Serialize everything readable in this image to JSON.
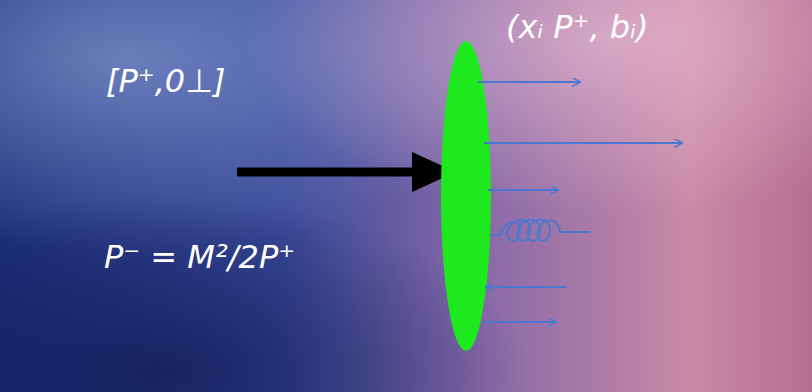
{
  "diagram": {
    "labels": [
      "(xᵢ P⁺, bᵢ)",
      "[P⁺,0⊥]",
      "P⁻ = M²/2P⁺"
    ]
  }
}
